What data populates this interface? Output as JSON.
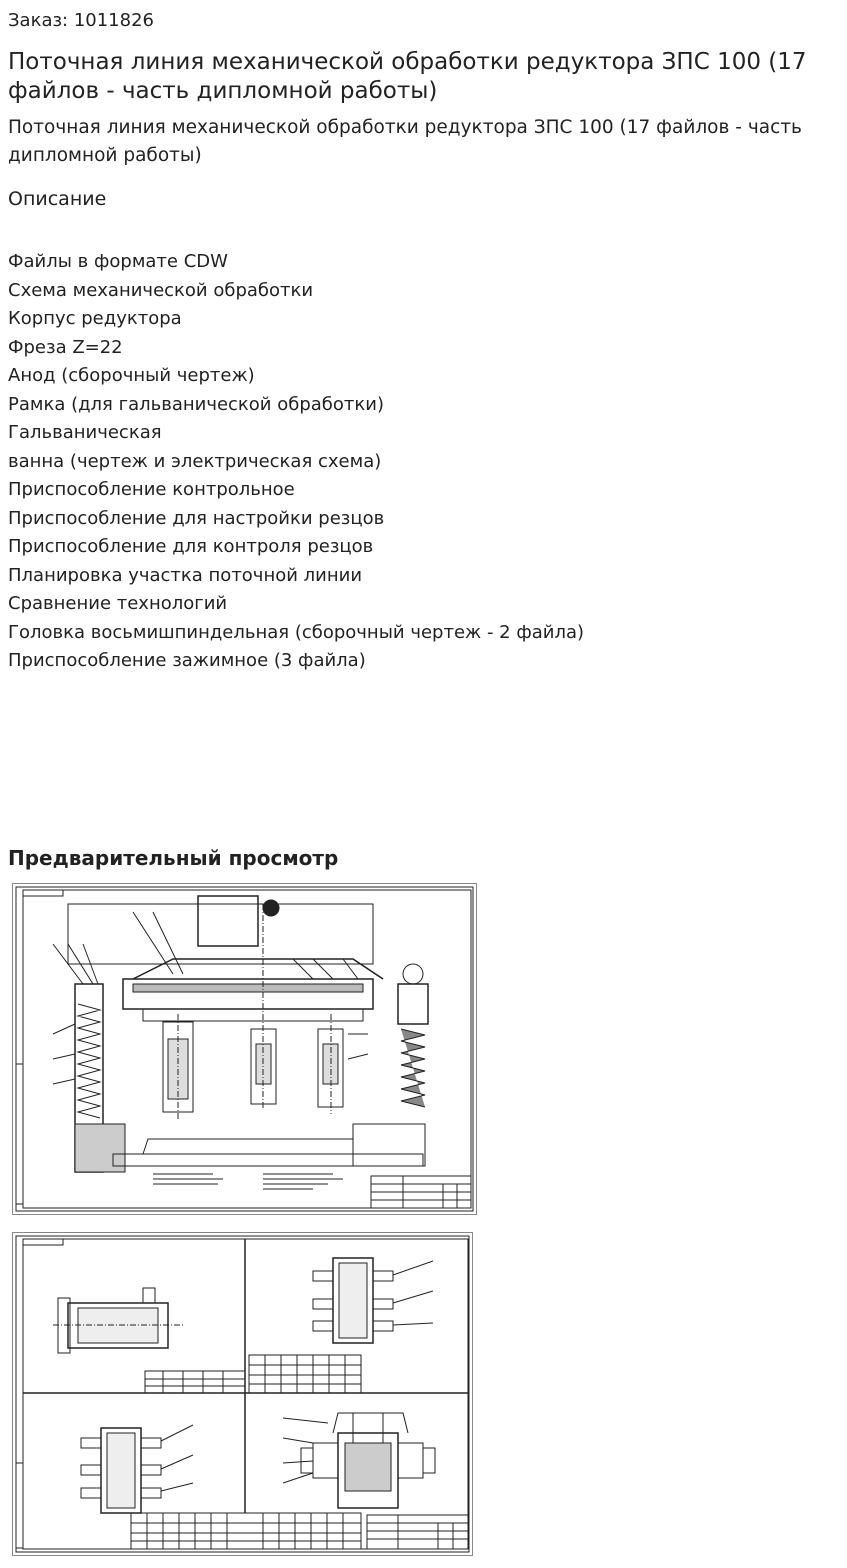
{
  "order": {
    "label": "Заказ: 1011826"
  },
  "title": "Поточная линия механической обработки редуктора ЗПС 100 (17 файлов - часть дипломной работы)",
  "subtitle": "Поточная линия механической обработки редуктора ЗПС 100 (17 файлов - часть дипломной работы)",
  "description": {
    "heading": "Описание",
    "items": [
      "Файлы в формате CDW",
      "Схема механической обработки",
      "Корпус редуктора",
      "Фреза Z=22",
      "Анод (сборочный чертеж)",
      "Рамка (для гальванической обработки)",
      "Гальваническая",
      "ванна (чертеж и электрическая схема)",
      "Приспособление контрольное",
      "Приспособление для настройки резцов",
      "Приспособление для контроля резцов",
      "Планировка участка поточной линии",
      "Сравнение технологий",
      "Головка восьмишпиндельная (сборочный чертеж - 2 файла)",
      "Приспособление зажимное (3 файла)"
    ]
  },
  "preview": {
    "heading": "Предварительный просмотр"
  }
}
